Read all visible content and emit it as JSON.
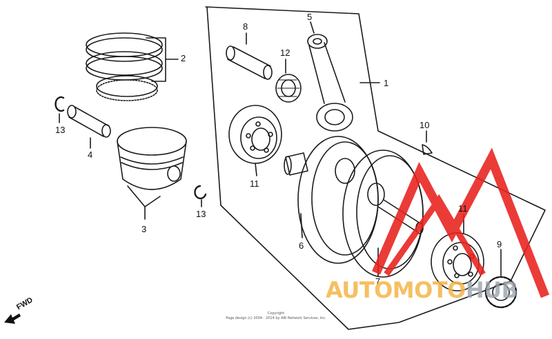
{
  "callouts": {
    "c1": "1",
    "c2": "2",
    "c3": "3",
    "c4": "4",
    "c5": "5",
    "c6": "6",
    "c7": "7",
    "c8": "8",
    "c9": "9",
    "c10": "10",
    "c11a": "11",
    "c11b": "11",
    "c12": "12",
    "c13a": "13",
    "c13b": "13"
  },
  "copyright": {
    "line1": "Copyright",
    "line2": "Page design (c) 2004 - 2014 by ARI Network Services, Inc."
  },
  "direction": {
    "label": "FWD"
  },
  "watermark": {
    "part1": "AUTOMOTO",
    "part2": "HUB"
  },
  "colors": {
    "line": "#1a1a1a",
    "watermark_red": "#e8211c",
    "watermark_orange": "#f5b547",
    "watermark_gray": "#9aa3ad"
  }
}
